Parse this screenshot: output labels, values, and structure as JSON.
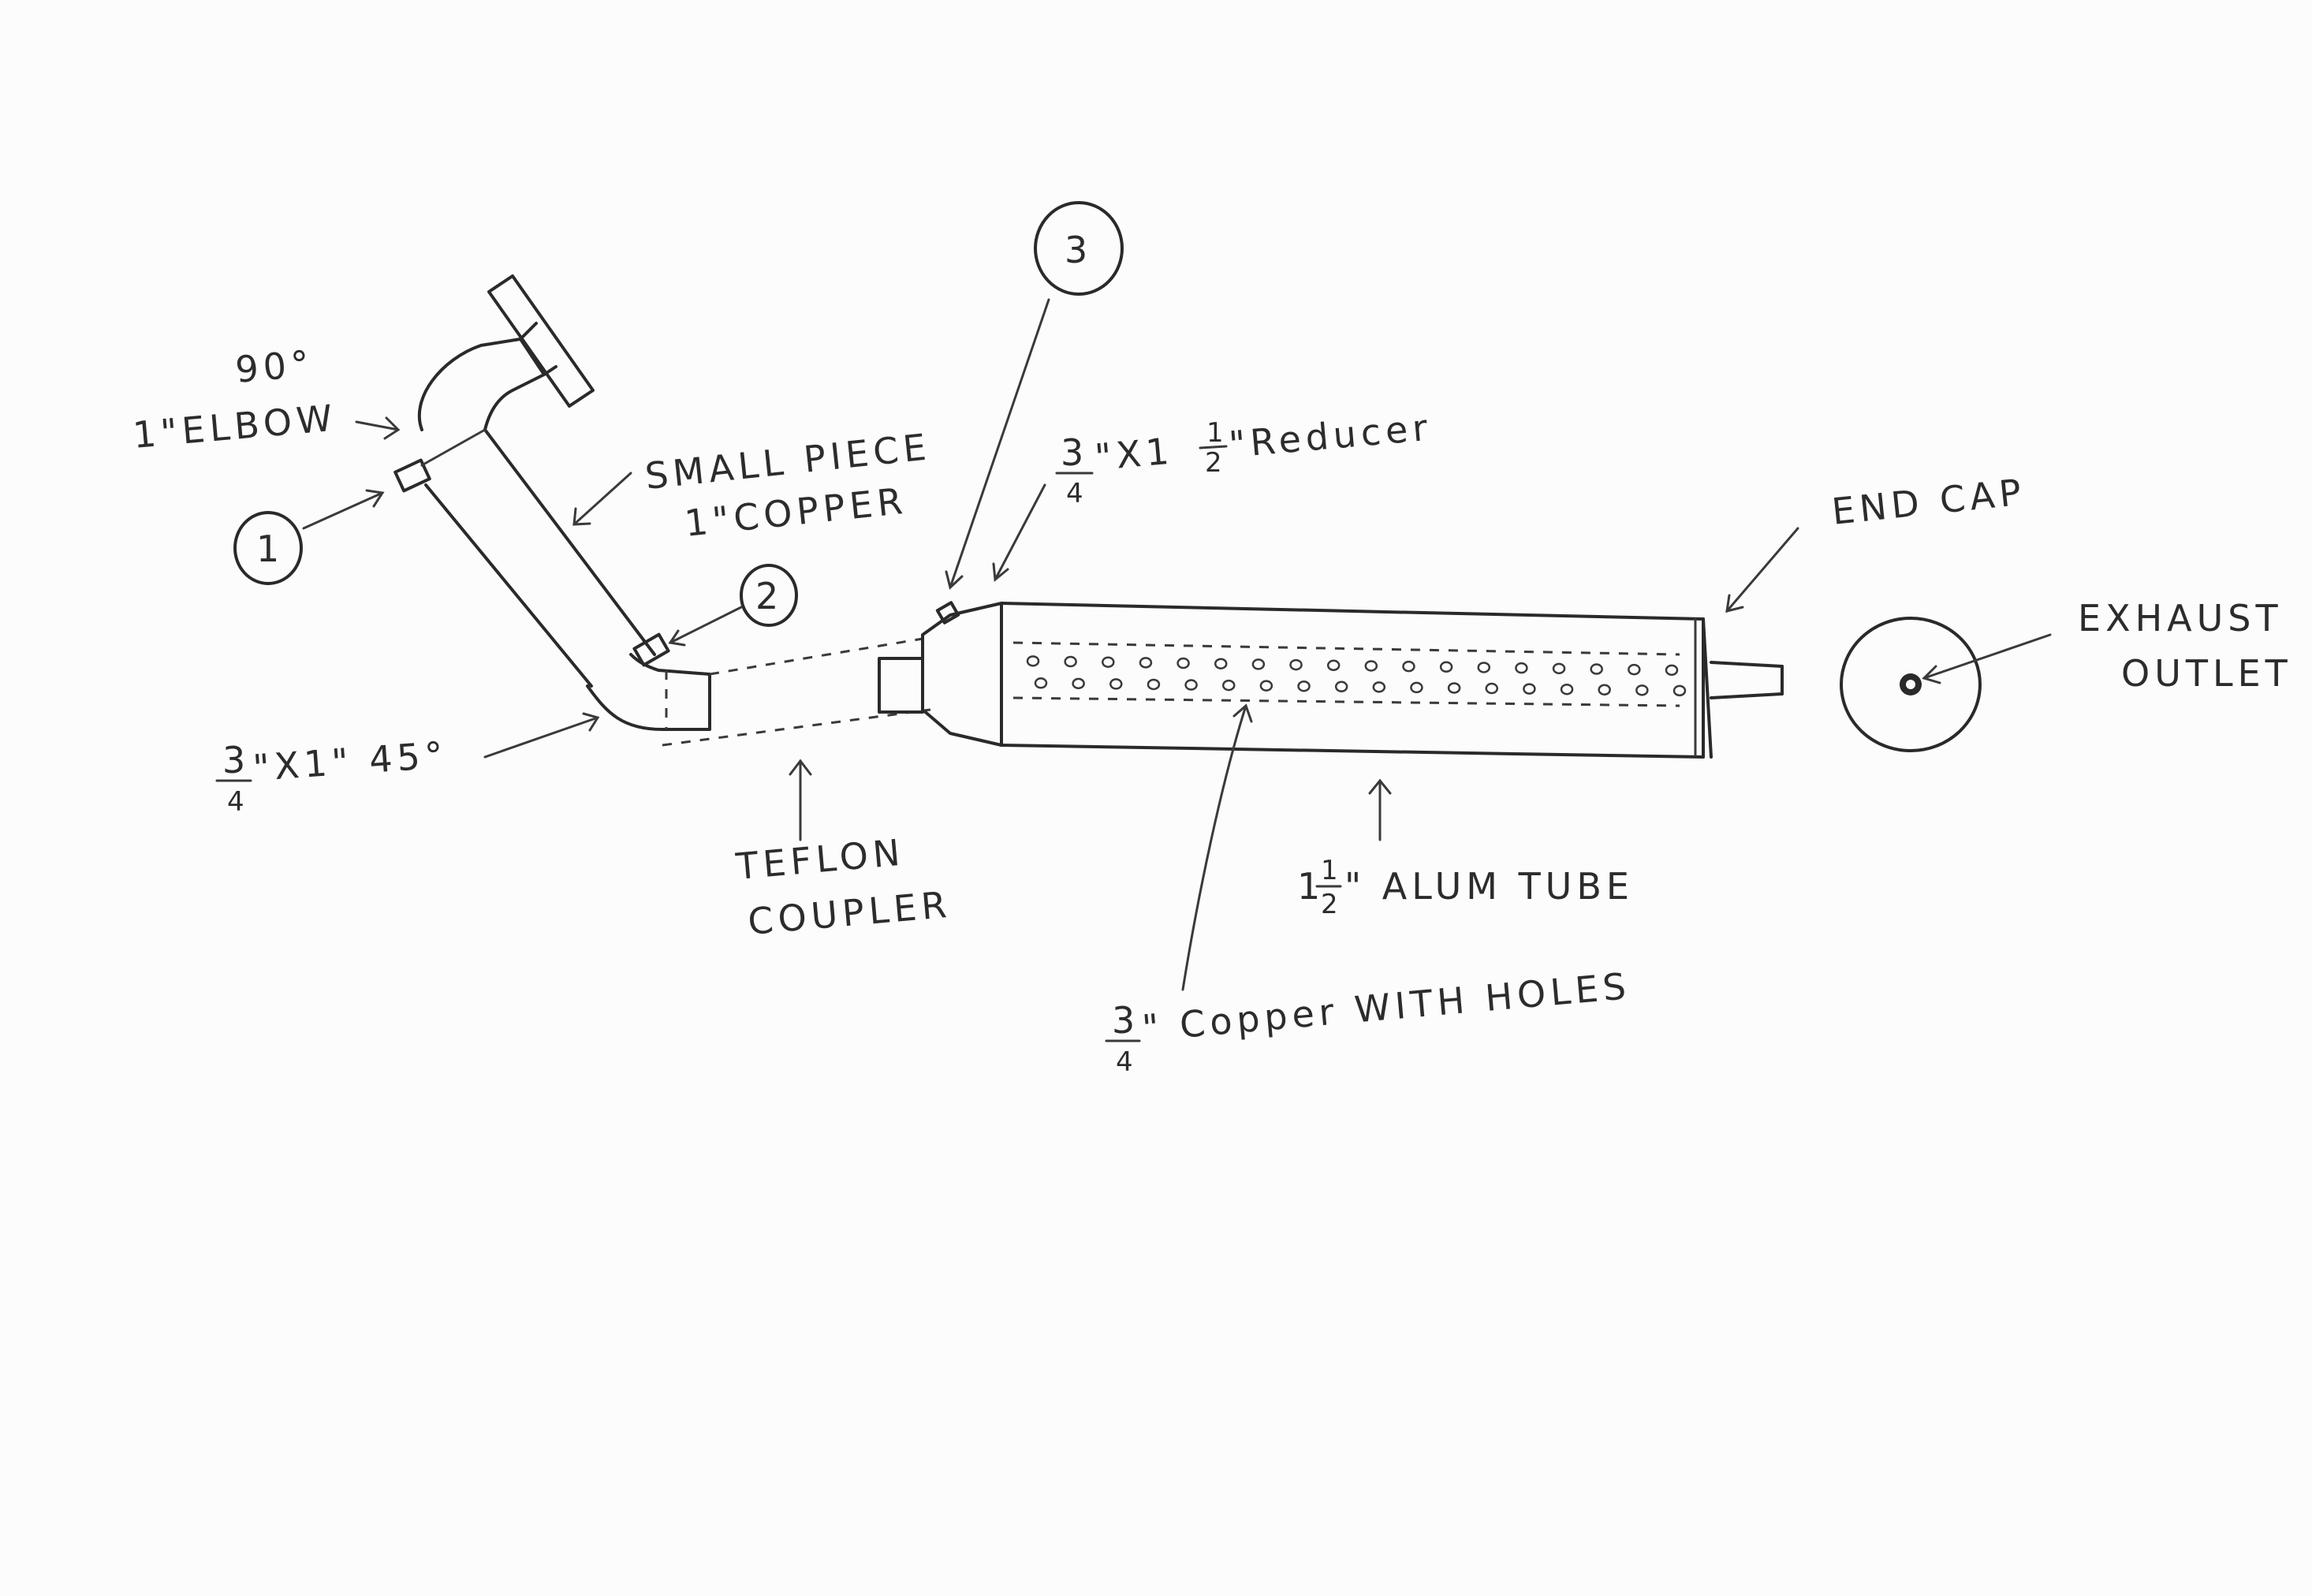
{
  "labels": {
    "elbow_line1": "90°",
    "elbow_line2": "1\"ELBOW",
    "small_piece_line1": "SMALL PIECE",
    "small_piece_line2": "1\"COPPER",
    "reducer_rest": "\"X1",
    "reducer_word": "\"Reducer",
    "end_cap": "END CAP",
    "exhaust_line1": "EXHAUST",
    "exhaust_line2": "OUTLET",
    "forty_five_rest": "\"X1\" 45°",
    "teflon_line1": "TEFLON",
    "teflon_line2": "COUPLER",
    "alum_tube_rest": "\" ALUM TUBE",
    "copper_holes_rest": "\" Copper WITH HOLES"
  },
  "callouts": [
    "1",
    "2",
    "3"
  ],
  "fractions": {
    "three_quarter": {
      "num": "3",
      "den": "4"
    },
    "one_half": {
      "num": "1",
      "den": "2"
    },
    "one_and_half_whole": "1"
  },
  "colors": {
    "ink": "#2a2a2a",
    "paper": "#fcfcfc"
  }
}
